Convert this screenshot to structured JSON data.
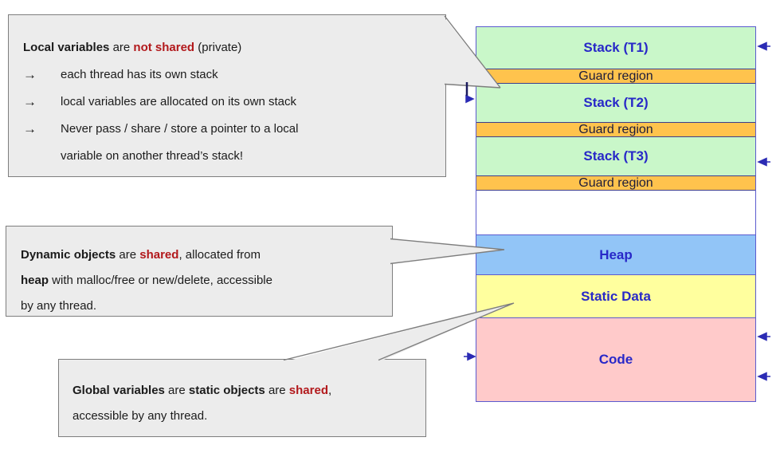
{
  "colors": {
    "callout_bg": "#ececec",
    "callout_border": "#7e7e7e",
    "text": "#1b1b1b",
    "highlight_red": "#b2191c",
    "region_border": "#5b5bcf",
    "guard_border": "#3c3c8c",
    "label_blue": "#2828c8",
    "guard_text": "#1c1c3a",
    "arrow_blue": "#2b2bb4",
    "stack_green": "#c9f7c9",
    "guard_orange": "#ffc34d",
    "heap_blue": "#92c5f7",
    "static_yellow": "#ffff9e",
    "code_pink": "#ffcaca",
    "free_white": "#ffffff"
  },
  "callouts": {
    "local": {
      "arrow_glyph": "→",
      "title_lines": [
        [
          {
            "t": "Local variables",
            "s": "b"
          },
          {
            "t": " are ",
            "s": ""
          },
          {
            "t": "not shared",
            "s": "r"
          },
          {
            "t": " (private)",
            "s": ""
          }
        ]
      ],
      "bullets": [
        {
          "lines": [
            [
              {
                "t": "each thread has its own stack",
                "s": ""
              }
            ]
          ]
        },
        {
          "lines": [
            [
              {
                "t": "local variables are allocated on its own stack",
                "s": ""
              }
            ]
          ]
        },
        {
          "lines": [
            [
              {
                "t": "Never pass / share / store a pointer to a local",
                "s": ""
              }
            ],
            [
              {
                "t": "variable on another thread’s stack!",
                "s": ""
              }
            ]
          ]
        }
      ]
    },
    "dynamic": {
      "lines": [
        [
          {
            "t": "Dynamic objects",
            "s": "b"
          },
          {
            "t": " are ",
            "s": ""
          },
          {
            "t": "shared",
            "s": "r"
          },
          {
            "t": ", allocated from",
            "s": ""
          }
        ],
        [
          {
            "t": "heap",
            "s": "b"
          },
          {
            "t": " with malloc/free or new/delete, accessible",
            "s": ""
          }
        ],
        [
          {
            "t": "by any thread.",
            "s": ""
          }
        ]
      ]
    },
    "global": {
      "lines": [
        [
          {
            "t": "Global variables",
            "s": "b"
          },
          {
            "t": " are ",
            "s": ""
          },
          {
            "t": "static objects",
            "s": "b"
          },
          {
            "t": " are ",
            "s": ""
          },
          {
            "t": "shared",
            "s": "r"
          },
          {
            "t": ",",
            "s": ""
          }
        ],
        [
          {
            "t": "accessible by any thread.",
            "s": ""
          }
        ]
      ]
    }
  },
  "memory_map": {
    "regions": [
      {
        "label": "Stack (T1)",
        "kind": "stack",
        "bg": "#c9f7c9",
        "h": 52
      },
      {
        "label": "Guard region",
        "kind": "guard",
        "bg": "#ffc34d",
        "h": 18
      },
      {
        "label": "Stack (T2)",
        "kind": "stack",
        "bg": "#c9f7c9",
        "h": 49
      },
      {
        "label": "Guard region",
        "kind": "guard",
        "bg": "#ffc34d",
        "h": 18
      },
      {
        "label": "Stack (T3)",
        "kind": "stack",
        "bg": "#c9f7c9",
        "h": 49
      },
      {
        "label": "Guard region",
        "kind": "guard",
        "bg": "#ffc34d",
        "h": 18
      },
      {
        "label": "",
        "kind": "free",
        "bg": "#ffffff",
        "h": 56
      },
      {
        "label": "Heap",
        "kind": "major",
        "bg": "#92c5f7",
        "h": 50
      },
      {
        "label": "Static Data",
        "kind": "major",
        "bg": "#ffff9e",
        "h": 54
      },
      {
        "label": "Code",
        "kind": "major",
        "bg": "#ffcaca",
        "h": 105
      }
    ]
  }
}
